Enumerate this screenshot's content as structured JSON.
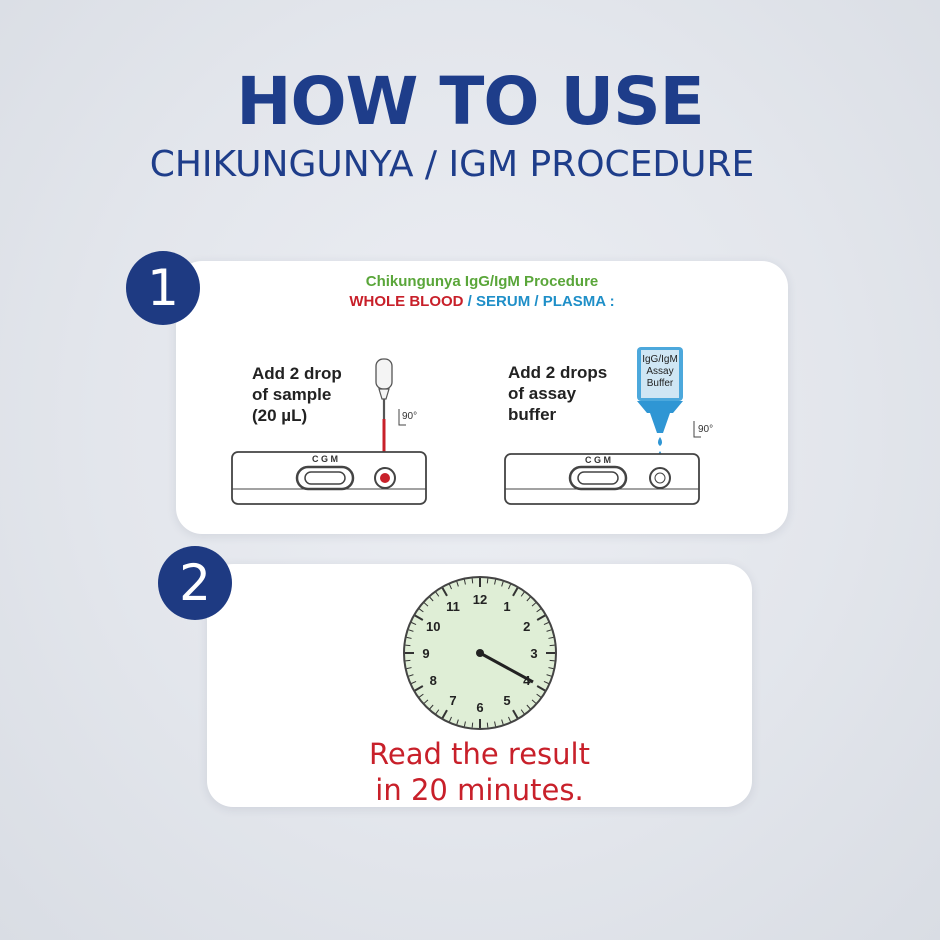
{
  "header": {
    "title": "HOW TO USE",
    "subtitle": "CHIKUNGUNYA / IGM PROCEDURE"
  },
  "steps": [
    {
      "number": "1",
      "procedure_title": "Chikungunya IgG/IgM Procedure",
      "specimen_whole_blood": "WHOLE BLOOD",
      "specimen_sep1": " / ",
      "specimen_serum": "SERUM",
      "specimen_sep2": " / ",
      "specimen_plasma": "PLASMA :",
      "instruction_sample": [
        "Add 2 drop",
        "of sample",
        "(20 µL)"
      ],
      "instruction_buffer": [
        "Add 2 drops",
        "of assay",
        "buffer"
      ],
      "bottle_label": [
        "IgG/IgM",
        "Assay",
        "Buffer"
      ],
      "cassette_label": "C G M",
      "angle_label": "90°"
    },
    {
      "number": "2",
      "clock_numbers": [
        "12",
        "1",
        "2",
        "3",
        "4",
        "5",
        "6",
        "7",
        "8",
        "9",
        "10",
        "11"
      ],
      "result_text": [
        "Read the result",
        "in 20 minutes."
      ]
    }
  ],
  "colors": {
    "heading": "#1e3d8a",
    "badge": "#1e3a82",
    "procedure_green": "#5aa63a",
    "whole_blood_red": "#c8202a",
    "serum_plasma_blue": "#1f8fc8",
    "result_red": "#c8202a",
    "clock_face": "#dfeed6"
  }
}
